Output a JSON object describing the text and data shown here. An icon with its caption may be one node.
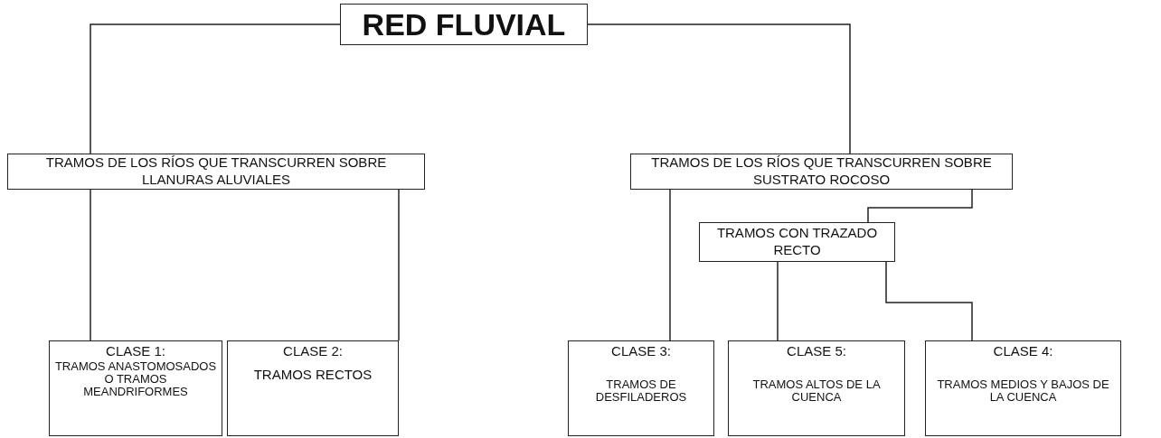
{
  "diagram": {
    "nodes": [
      {
        "text": [
          "RED FLUVIAL"
        ]
      },
      {
        "text": [
          "TRAMOS DE LOS RÍOS QUE TRANSCURREN SOBRE LLANURAS ALUVIALES"
        ]
      },
      {
        "text": [
          "TRAMOS DE LOS RÍOS QUE TRANSCURREN SOBRE SUSTRATO ROCOSO"
        ]
      },
      {
        "text": [
          "TRAMOS CON TRAZADO RECTO"
        ]
      },
      {
        "text": [
          "CLASE 1:",
          "TRAMOS ANASTOMOSADOS O TRAMOS MEANDRIFORMES"
        ]
      },
      {
        "text": [
          "CLASE 2:",
          "TRAMOS RECTOS"
        ]
      },
      {
        "text": [
          "CLASE 3:",
          "TRAMOS DE DESFILADEROS"
        ]
      },
      {
        "text": [
          "CLASE 5:",
          "TRAMOS ALTOS DE LA CUENCA"
        ]
      },
      {
        "text": [
          "CLASE 4:",
          "TRAMOS MEDIOS Y BAJOS DE LA CUENCA"
        ]
      }
    ],
    "edges": [
      {
        "from": 0,
        "to": 1,
        "arrow": "none"
      },
      {
        "from": 0,
        "to": 2,
        "arrow": "none"
      },
      {
        "from": 1,
        "to": 4,
        "arrow": "none"
      },
      {
        "from": 1,
        "to": 5,
        "arrow": "none"
      },
      {
        "from": 2,
        "to": 6,
        "arrow": "none"
      },
      {
        "from": 2,
        "to": 3,
        "arrow": "none"
      },
      {
        "from": 3,
        "to": 7,
        "arrow": "none"
      },
      {
        "from": 3,
        "to": 8,
        "arrow": "none"
      }
    ]
  }
}
